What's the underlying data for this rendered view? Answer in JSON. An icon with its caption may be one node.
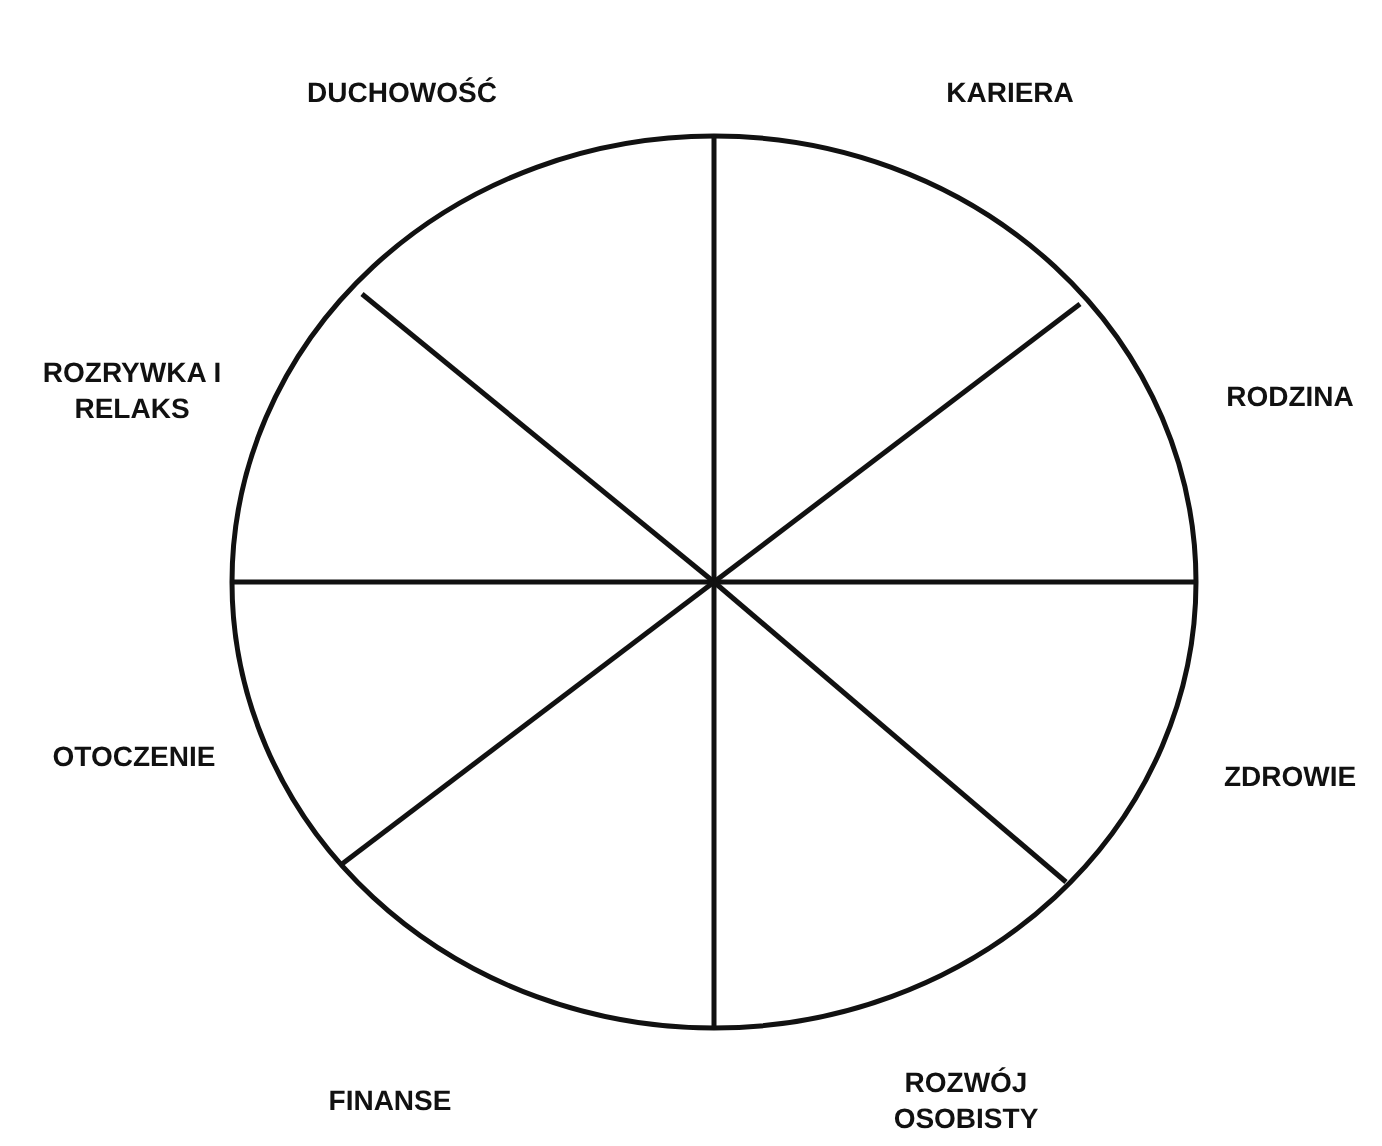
{
  "diagram": {
    "labels": [
      "DUCHOWOŚĆ",
      "KARIERA",
      "ROZRYWKA I RELAKS",
      "RODZINA",
      "OTOCZENIE",
      "ZDROWIE",
      "FINANSE",
      "ROZWÓJ OSOBISTY"
    ]
  }
}
